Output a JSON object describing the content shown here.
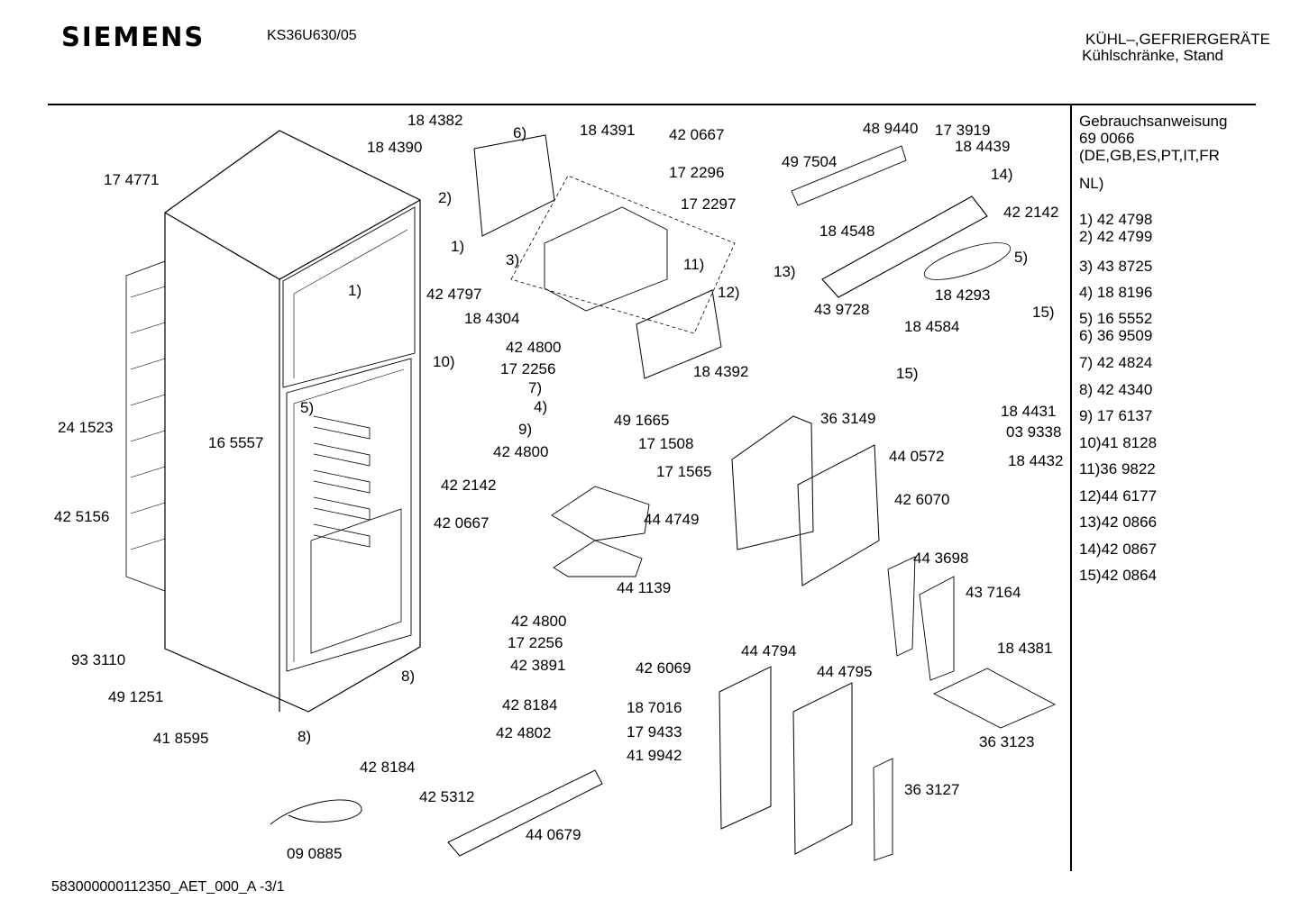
{
  "header": {
    "brand": "SIEMENS",
    "model": "KS36U630/05",
    "category_line1": "KÜHL–,GEFRIERGERÄTE",
    "category_line2": "Kühlschränke, Stand"
  },
  "footer": {
    "doc_id": "583000000112350_AET_000_A   -3/1"
  },
  "sidebar": {
    "manual_title": "Gebrauchsanweisung",
    "manual_number": "69 0066",
    "manual_languages": "(DE,GB,ES,PT,IT,FR",
    "manual_languages_cont": "NL)",
    "items": [
      "1) 42 4798",
      "2) 42 4799",
      "3) 43 8725",
      "4) 18 8196",
      "5) 16 5552",
      "6) 36 9509",
      "7) 42 4824",
      "8) 42 4340",
      "9) 17 6137",
      "10)41 8128",
      "11)36 9822",
      "12)44 6177",
      "13)42 0866",
      "14)42 0867",
      "15)42 0864"
    ]
  },
  "parts": [
    "18 4382",
    "18 4390",
    "6)",
    "18 4391",
    "42 0667",
    "17 2296",
    "17 2297",
    "17 4771",
    "2)",
    "1)",
    "3)",
    "11)",
    "12)",
    "42 4797",
    "1)",
    "18 4304",
    "42 4800",
    "17 2256",
    "10)",
    "7)",
    "4)",
    "9)",
    "5)",
    "16 5557",
    "24 1523",
    "42 4800",
    "42 2142",
    "42 5156",
    "42 0667",
    "49 7504",
    "48 9440",
    "17 3919",
    "18 4439",
    "14)",
    "42 2142",
    "5)",
    "18 4548",
    "13)",
    "43 9728",
    "18 4584",
    "18 4293",
    "15)",
    "15)",
    "18 4392",
    "49 1665",
    "17 1508",
    "17 1565",
    "36 3149",
    "18 4431",
    "03 9338",
    "18 4432",
    "44 0572",
    "42 6070",
    "44 4749",
    "44 1139",
    "44 3698",
    "43 7164",
    "93 3110",
    "42 4800",
    "17 2256",
    "42 3891",
    "42 6069",
    "44 4794",
    "44 4795",
    "18 4381",
    "49 1251",
    "8)",
    "42 8184",
    "42 4802",
    "18 7016",
    "17 9433",
    "41 9942",
    "36 3123",
    "41 8595",
    "8)",
    "42 8184",
    "42 5312",
    "36 3127",
    "44 0679",
    "09 0885"
  ]
}
